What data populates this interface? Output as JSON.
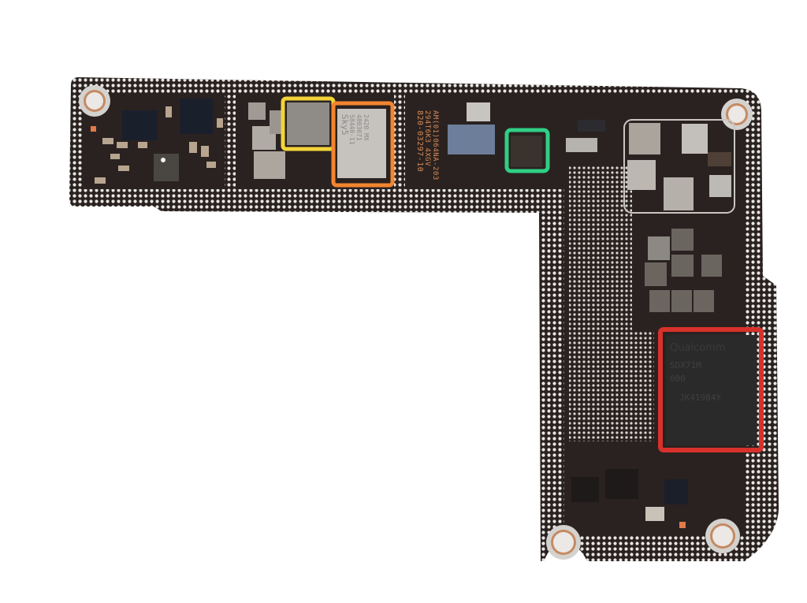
{
  "scene": {
    "description": "Photograph of a disassembled smartphone logic board (L-shaped PCB) on a white background with colored highlight boxes around chips",
    "background_color": "#ffffff",
    "board_color": "#2a2220"
  },
  "board": {
    "silkscreen_text": {
      "line1": "820-03297-10",
      "line2": "294T6K3  4XGV",
      "line3": "AM(01)064NA-203"
    }
  },
  "highlights": [
    {
      "id": "yellow",
      "color": "#f2d43a",
      "label": ""
    },
    {
      "id": "orange",
      "color": "#f2852f",
      "label": ""
    },
    {
      "id": "green",
      "color": "#2fcf86",
      "label": ""
    },
    {
      "id": "red",
      "color": "#d8312b",
      "label": ""
    }
  ],
  "chips": {
    "skyworks": {
      "brand": "Sky5",
      "part": "58440-11",
      "lot": "4803071",
      "date": "2420 MX"
    },
    "qualcomm": {
      "brand": "Qualcomm",
      "part": "SDX71M",
      "rev": "000",
      "lot": "JK41984Y"
    }
  }
}
